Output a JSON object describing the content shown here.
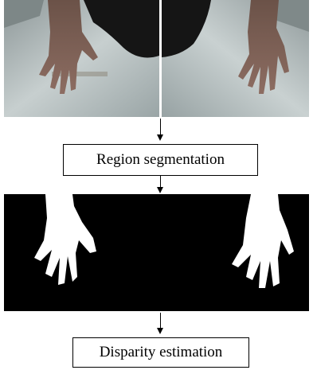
{
  "steps": [
    {
      "label": "Region segmentation"
    },
    {
      "label": "Disparity estimation"
    }
  ],
  "images": {
    "stereo_pair": "stereo camera photos of a hand over a light speckled floor",
    "segmented_pair": "binary hand masks, white hands on black background"
  },
  "colors": {
    "mask_background": "#000000",
    "mask_foreground": "#ffffff",
    "floor": "#b9c2c4"
  }
}
